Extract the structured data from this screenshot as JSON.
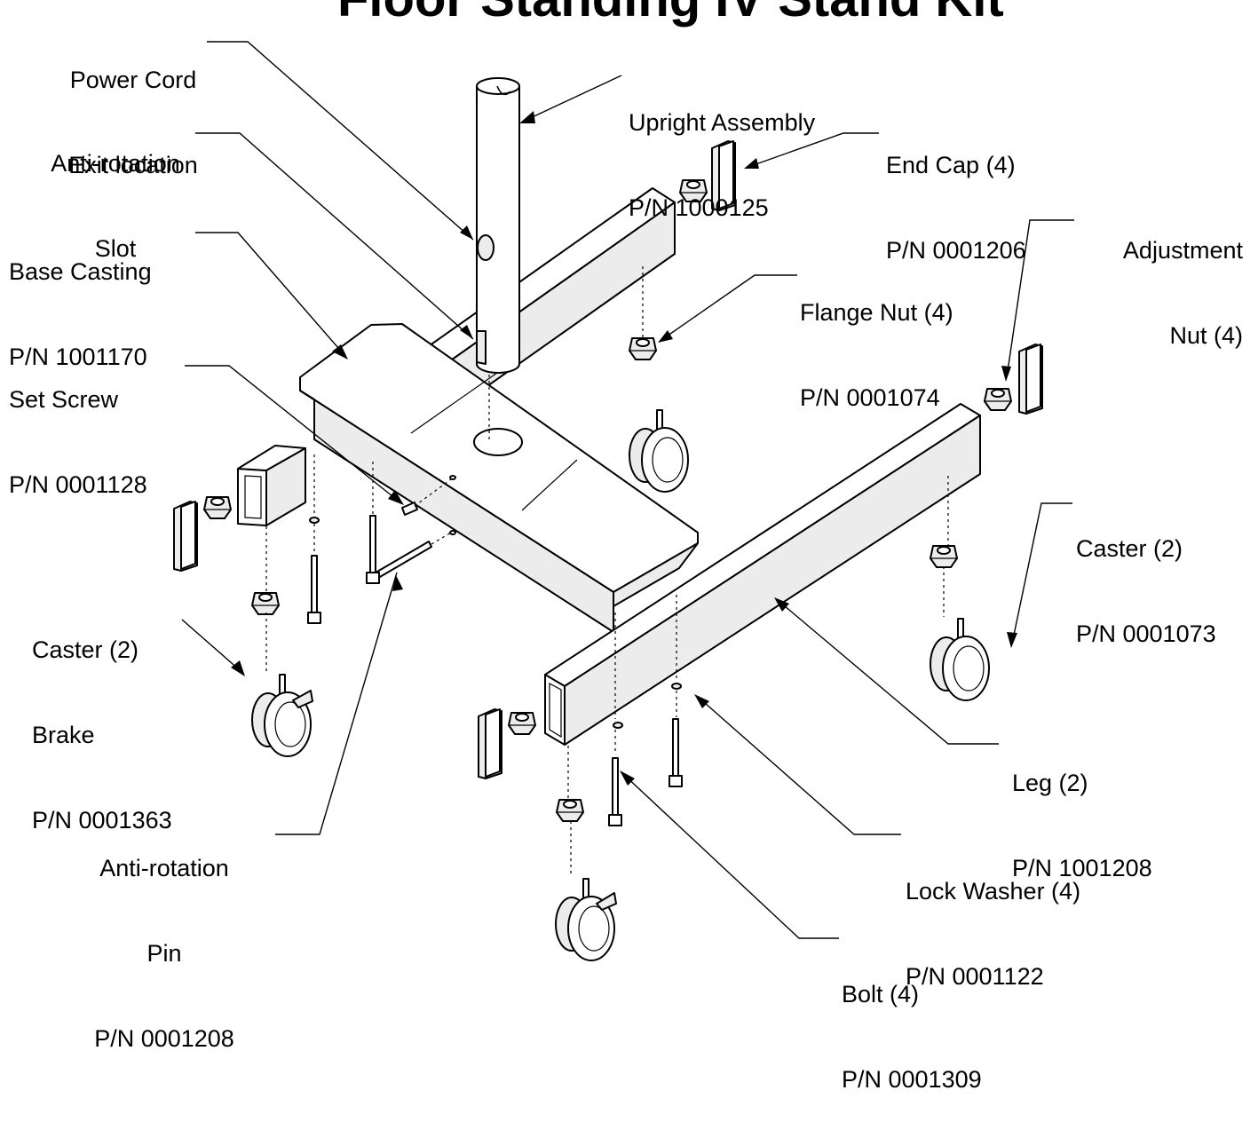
{
  "title": "Floor Standing IV Stand Kit",
  "labels": {
    "power_cord": [
      "Power Cord",
      "Exit location"
    ],
    "upright": [
      "Upright Assembly",
      "P/N 1000125"
    ],
    "anti_slot": [
      "Anti-rotation",
      "Slot"
    ],
    "end_cap": [
      "End Cap (4)",
      "P/N 0001206"
    ],
    "adjust_nut": [
      "Adjustment",
      "Nut (4)"
    ],
    "base_casting": [
      "Base Casting",
      "P/N 1001170"
    ],
    "flange_nut": [
      "Flange Nut (4)",
      "P/N 0001074"
    ],
    "set_screw": [
      "Set Screw",
      "P/N 0001128"
    ],
    "caster": [
      "Caster (2)",
      "P/N 0001073"
    ],
    "caster_brake": [
      "Caster (2)",
      "Brake",
      "P/N 0001363"
    ],
    "leg": [
      "Leg (2)",
      "P/N 1001208"
    ],
    "anti_pin": [
      "Anti-rotation",
      "Pin",
      "P/N 0001208"
    ],
    "lock_washer": [
      "Lock Washer (4)",
      "P/N 0001122"
    ],
    "bolt": [
      "Bolt (4)",
      "P/N 0001309"
    ]
  }
}
